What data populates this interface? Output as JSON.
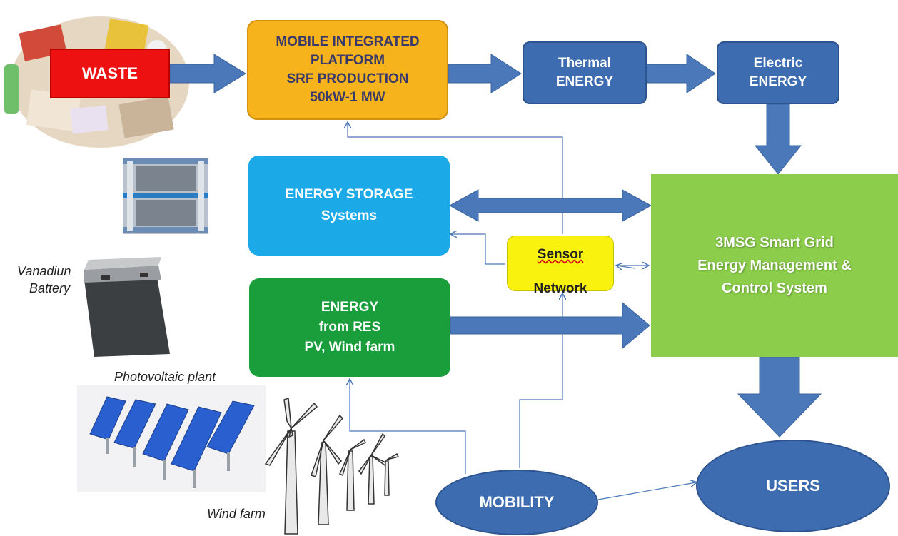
{
  "nodes": {
    "waste": "WASTE",
    "mobile_platform": "MOBILE INTEGRATED\nPLATFORM\nSRF PRODUCTION\n50kW-1 MW",
    "thermal": "Thermal\nENERGY",
    "electric": "Electric\nENERGY",
    "storage": "ENERGY STORAGE\nSystems",
    "res": "ENERGY\nfrom RES\nPV, Wind farm",
    "sensor_word": "Sensor",
    "sensor_network": "Network",
    "smart_grid": "3MSG Smart Grid\nEnergy Management &\nControl System",
    "mobility": "MOBILITY",
    "users": "USERS"
  },
  "captions": {
    "vanadium": "Vanadiun\nBattery",
    "pv_plant": "Photovoltaic plant",
    "wind_farm": "Wind farm"
  },
  "colors": {
    "arrow": "#4a78b8",
    "waste": "#ee1111",
    "platform": "#f7b31c",
    "energy": "#3d6db0",
    "storage": "#1ba9e8",
    "res": "#1a9e3c",
    "sensor": "#f9f20e",
    "smart_grid": "#8ccd4b"
  }
}
